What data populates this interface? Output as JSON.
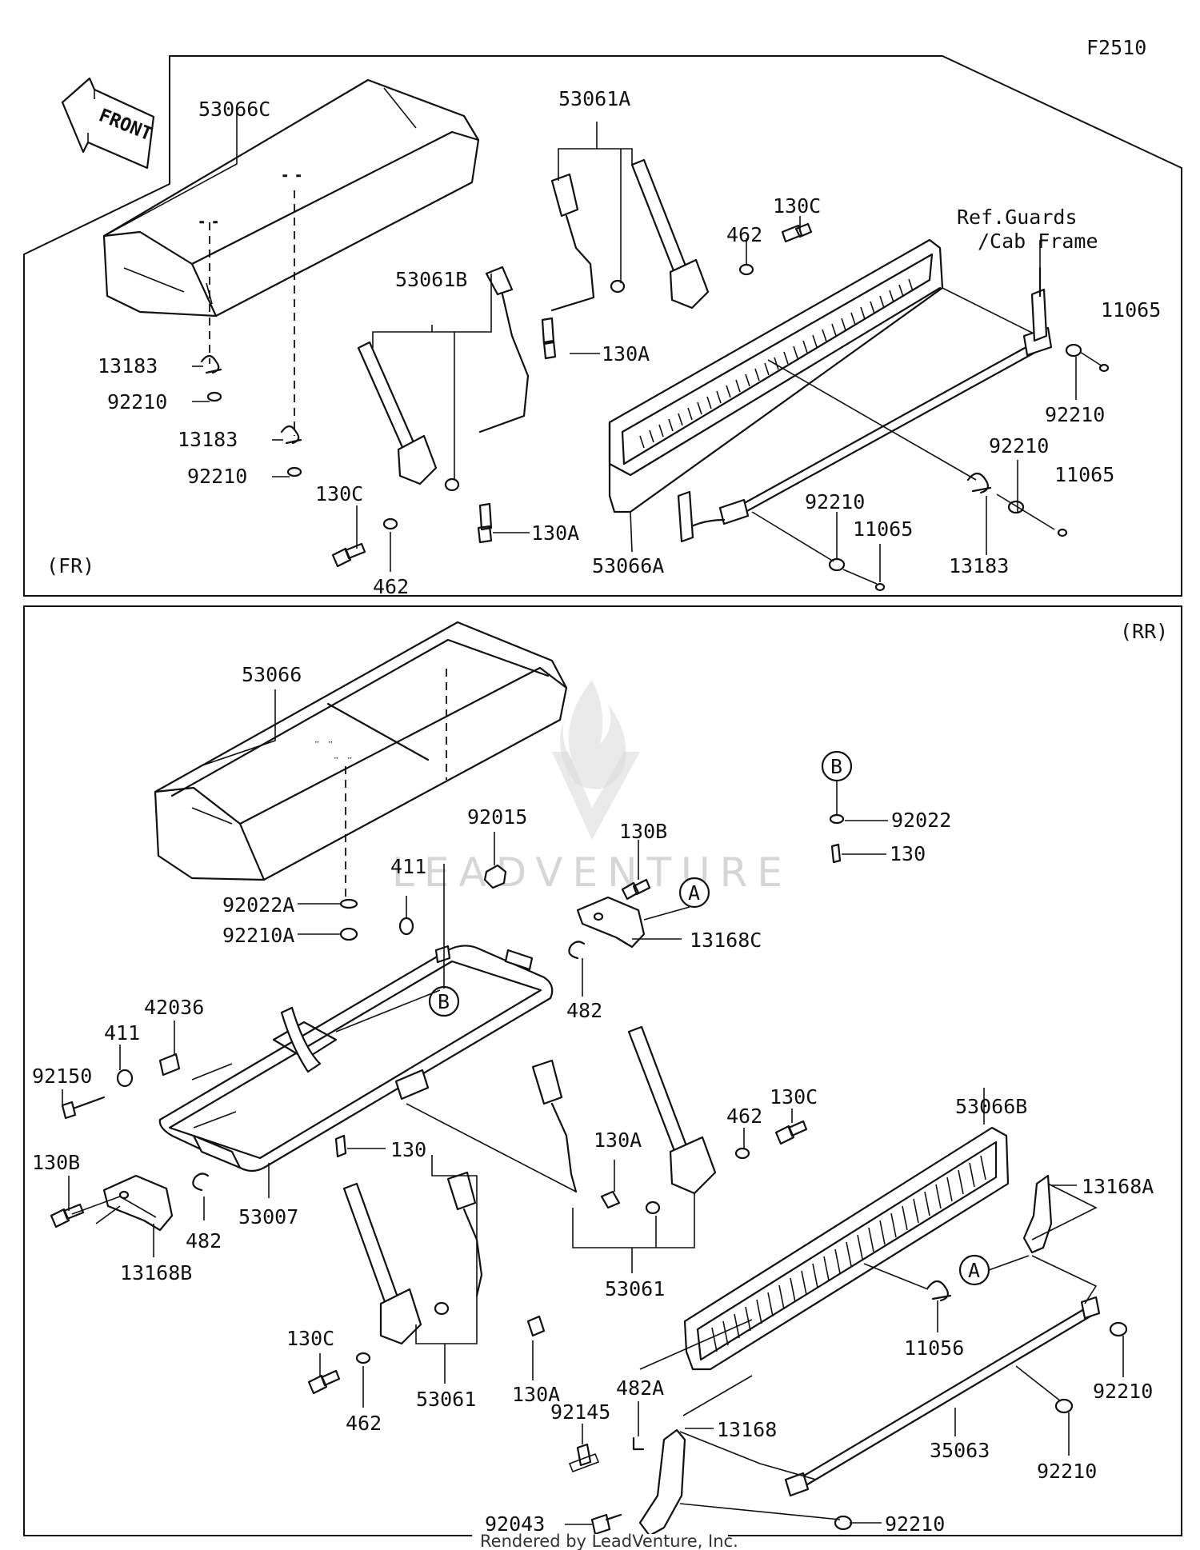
{
  "figure_code": "F2510",
  "front_arrow": "FRONT",
  "footer": "Rendered by LeadVenture, Inc.",
  "watermark": "LEADVENTURE",
  "sections": {
    "fr": "(FR)",
    "rr": "(RR)"
  },
  "callouts": {
    "a": "A",
    "b": "B"
  },
  "ref_note": [
    "Ref.Guards",
    "/Cab Frame"
  ],
  "labels": {
    "l53066C": "53066C",
    "l53061A": "53061A",
    "l130C_a": "130C",
    "l462_a": "462",
    "l53061B": "53061B",
    "l13183_a": "13183",
    "l92210_a": "92210",
    "l13183_b": "13183",
    "l92210_b": "92210",
    "l130A_a": "130A",
    "l11065_a": "11065",
    "l92210_c": "92210",
    "l92210_d": "92210",
    "l11065_b": "11065",
    "l92210_e": "92210",
    "l11065_c": "11065",
    "l130C_b": "130C",
    "l130A_b": "130A",
    "l462_b": "462",
    "l53066A": "53066A",
    "l13183_c": "13183",
    "l53066": "53066",
    "l92022": "92022",
    "l130_a": "130",
    "l92015": "92015",
    "l130B_a": "130B",
    "l411_a": "411",
    "l92022A": "92022A",
    "l92210A": "92210A",
    "l13168C": "13168C",
    "l482_a": "482",
    "l42036": "42036",
    "l411_b": "411",
    "l92150": "92150",
    "l130C_c": "130C",
    "l462_c": "462",
    "l130A_c": "130A",
    "l53066B": "53066B",
    "l130_b": "130",
    "l130B_b": "130B",
    "l482_b": "482",
    "l53007": "53007",
    "l13168B": "13168B",
    "l13168A": "13168A",
    "l53061_a": "53061",
    "l130C_d": "130C",
    "l462_d": "462",
    "l53061_b": "53061",
    "l130A_d": "130A",
    "l11056": "11056",
    "l92210_f": "92210",
    "l482A": "482A",
    "l92145": "92145",
    "l13168": "13168",
    "l35063": "35063",
    "l92210_g": "92210",
    "l92043": "92043",
    "l92210_h": "92210"
  }
}
